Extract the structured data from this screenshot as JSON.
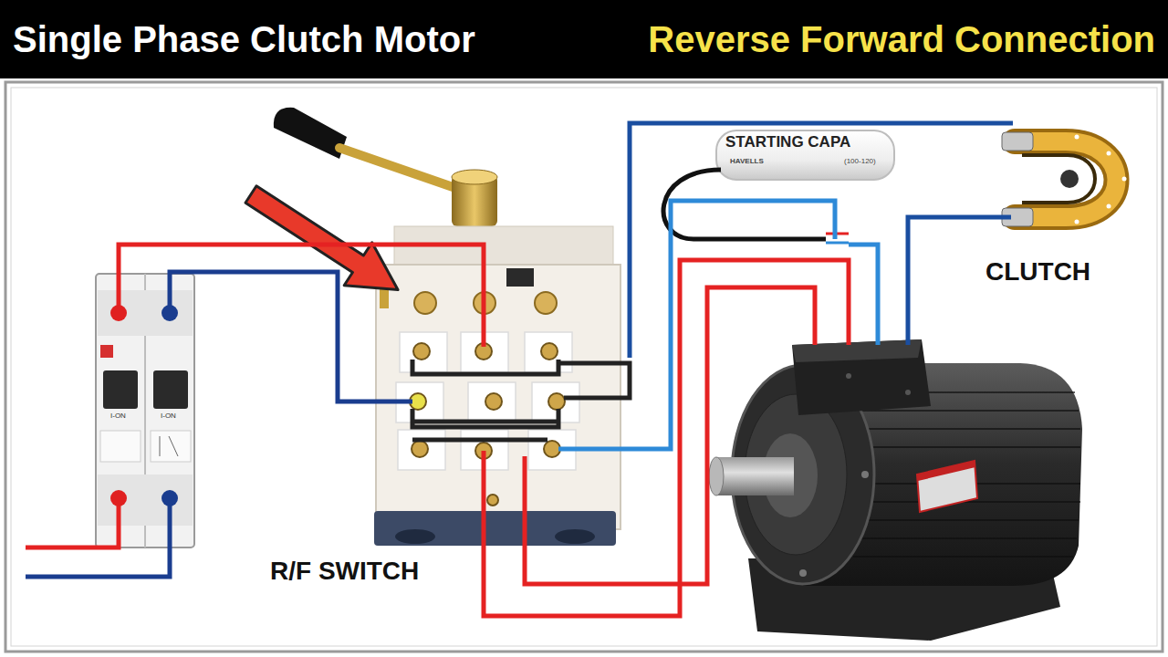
{
  "diagram": {
    "title": "Single Phase Clutch Motor",
    "labels": [
      "Reverse Forward Connection",
      "STARTING CAPA",
      "HAVELLS",
      "(100-120)",
      "CLUTCH",
      "R/F SWITCH",
      "I-ON",
      "I-ON"
    ]
  }
}
